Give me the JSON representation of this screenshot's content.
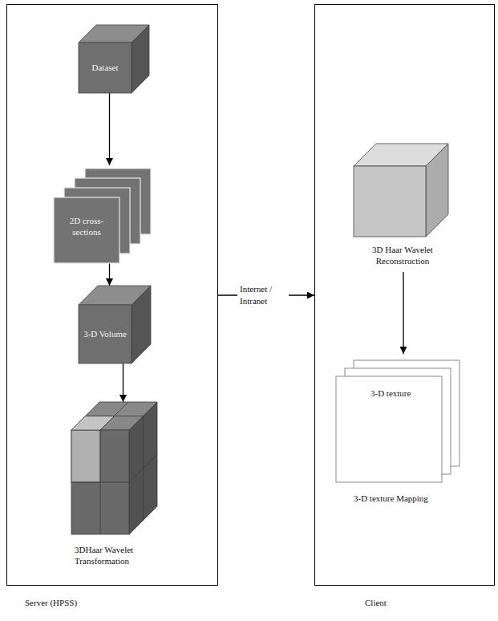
{
  "diagram": {
    "nodes": [
      {
        "text": [
          "Server (HPSS)"
        ]
      },
      {
        "text": [
          "Dataset"
        ],
        "in": 0
      },
      {
        "text": [
          "2D cross-sections"
        ],
        "in": 0
      },
      {
        "text": [
          "3-D Volume"
        ],
        "in": 0
      },
      {
        "text": [
          "3DHaar Wavelet Transformation"
        ],
        "in": 0
      },
      {
        "text": [
          "Client"
        ]
      },
      {
        "text": [
          "3D Haar Wavelet Reconstruction"
        ],
        "in": 5
      },
      {
        "text": [
          "3-D texture Mapping"
        ],
        "in": 5
      },
      {
        "text": [
          "3-D texture"
        ],
        "in": 7
      }
    ],
    "edges": [
      {
        "from": 1,
        "to": 2,
        "arrow": "to"
      },
      {
        "from": 2,
        "to": 3,
        "arrow": "to"
      },
      {
        "from": 3,
        "to": 4,
        "arrow": "to"
      },
      {
        "from": 0,
        "to": 5,
        "label": "Internet / Intranet",
        "arrow": "to"
      },
      {
        "from": 6,
        "to": 7,
        "arrow": "to"
      }
    ]
  }
}
